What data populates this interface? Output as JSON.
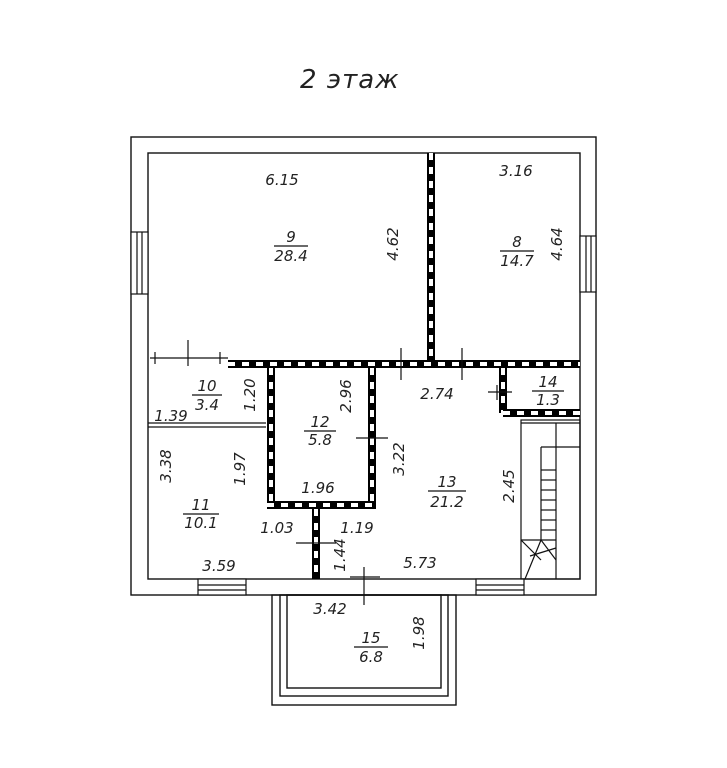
{
  "title": "2  этаж",
  "rooms": [
    {
      "id": "r9",
      "number": "9",
      "area": "28.4"
    },
    {
      "id": "r8",
      "number": "8",
      "area": "14.7"
    },
    {
      "id": "r10",
      "number": "10",
      "area": "3.4"
    },
    {
      "id": "r12",
      "number": "12",
      "area": "5.8"
    },
    {
      "id": "r13",
      "number": "13",
      "area": "21.2"
    },
    {
      "id": "r14",
      "number": "14",
      "area": "1.3"
    },
    {
      "id": "r11",
      "number": "11",
      "area": "10.1"
    },
    {
      "id": "r15",
      "number": "15",
      "area": "6.8"
    }
  ],
  "dimensions": [
    "6.15",
    "4.62",
    "3.16",
    "4.64",
    "1.20",
    "2.96",
    "2.74",
    "1.39",
    "3.38",
    "1.97",
    "1.96",
    "3.22",
    "2.45",
    "1.03",
    "1.19",
    "1.44",
    "3.59",
    "5.73",
    "3.42",
    "1.98"
  ]
}
